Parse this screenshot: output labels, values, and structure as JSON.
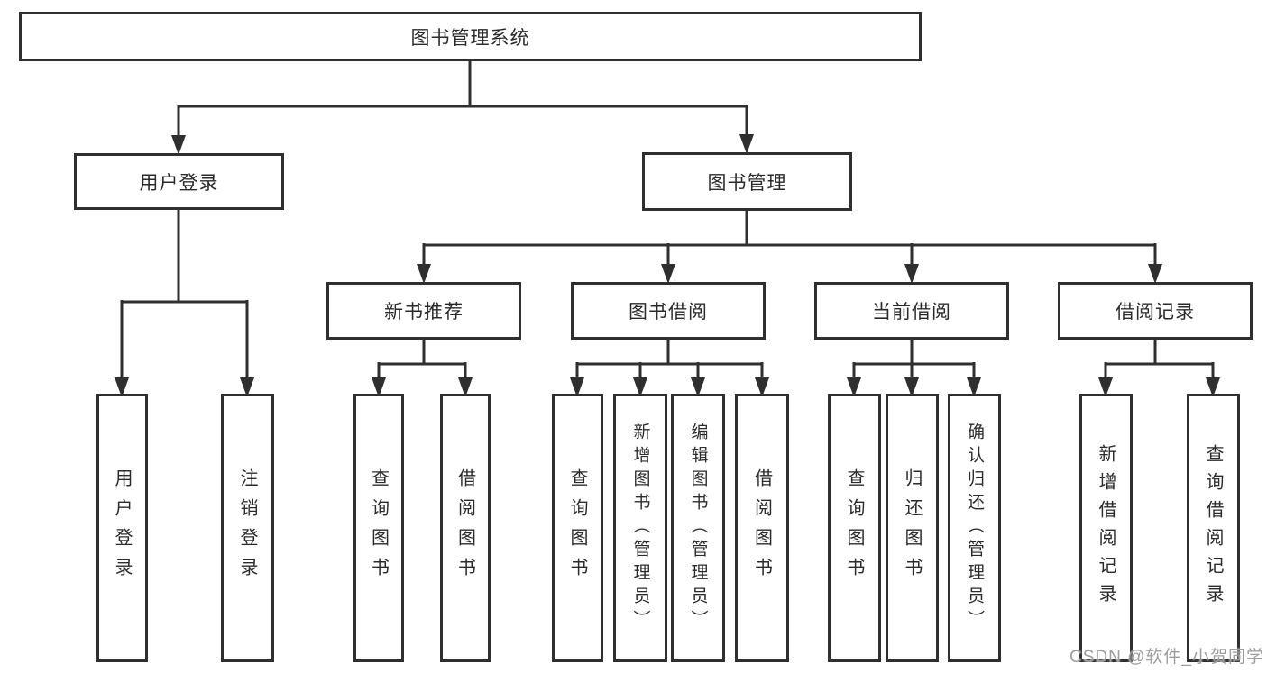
{
  "diagram": {
    "root": {
      "label": "图书管理系统"
    },
    "level2": [
      {
        "label": "用户登录"
      },
      {
        "label": "图书管理"
      }
    ],
    "level3": [
      {
        "label": "新书推荐",
        "parent": "图书管理"
      },
      {
        "label": "图书借阅",
        "parent": "图书管理"
      },
      {
        "label": "当前借阅",
        "parent": "图书管理"
      },
      {
        "label": "借阅记录",
        "parent": "图书管理"
      }
    ],
    "leaves": [
      {
        "label": "用户登录",
        "parent": "用户登录"
      },
      {
        "label": "注销登录",
        "parent": "用户登录"
      },
      {
        "label": "查询图书",
        "parent": "新书推荐"
      },
      {
        "label": "借阅图书",
        "parent": "新书推荐"
      },
      {
        "label": "查询图书",
        "parent": "图书借阅"
      },
      {
        "label": "新增图书（管理员）",
        "parent": "图书借阅"
      },
      {
        "label": "编辑图书（管理员）",
        "parent": "图书借阅"
      },
      {
        "label": "借阅图书",
        "parent": "图书借阅"
      },
      {
        "label": "查询图书",
        "parent": "当前借阅"
      },
      {
        "label": "归还图书",
        "parent": "当前借阅"
      },
      {
        "label": "确认归还（管理员）",
        "parent": "当前借阅"
      },
      {
        "label": "新增借阅记录",
        "parent": "借阅记录"
      },
      {
        "label": "查询借阅记录",
        "parent": "借阅记录"
      }
    ],
    "watermark": "CSDN @软件_小贺同学",
    "colors": {
      "line": "#2f2f2f",
      "text": "#2b2b2b",
      "watermark": "#9d9d9d",
      "background": "#ffffff"
    }
  }
}
